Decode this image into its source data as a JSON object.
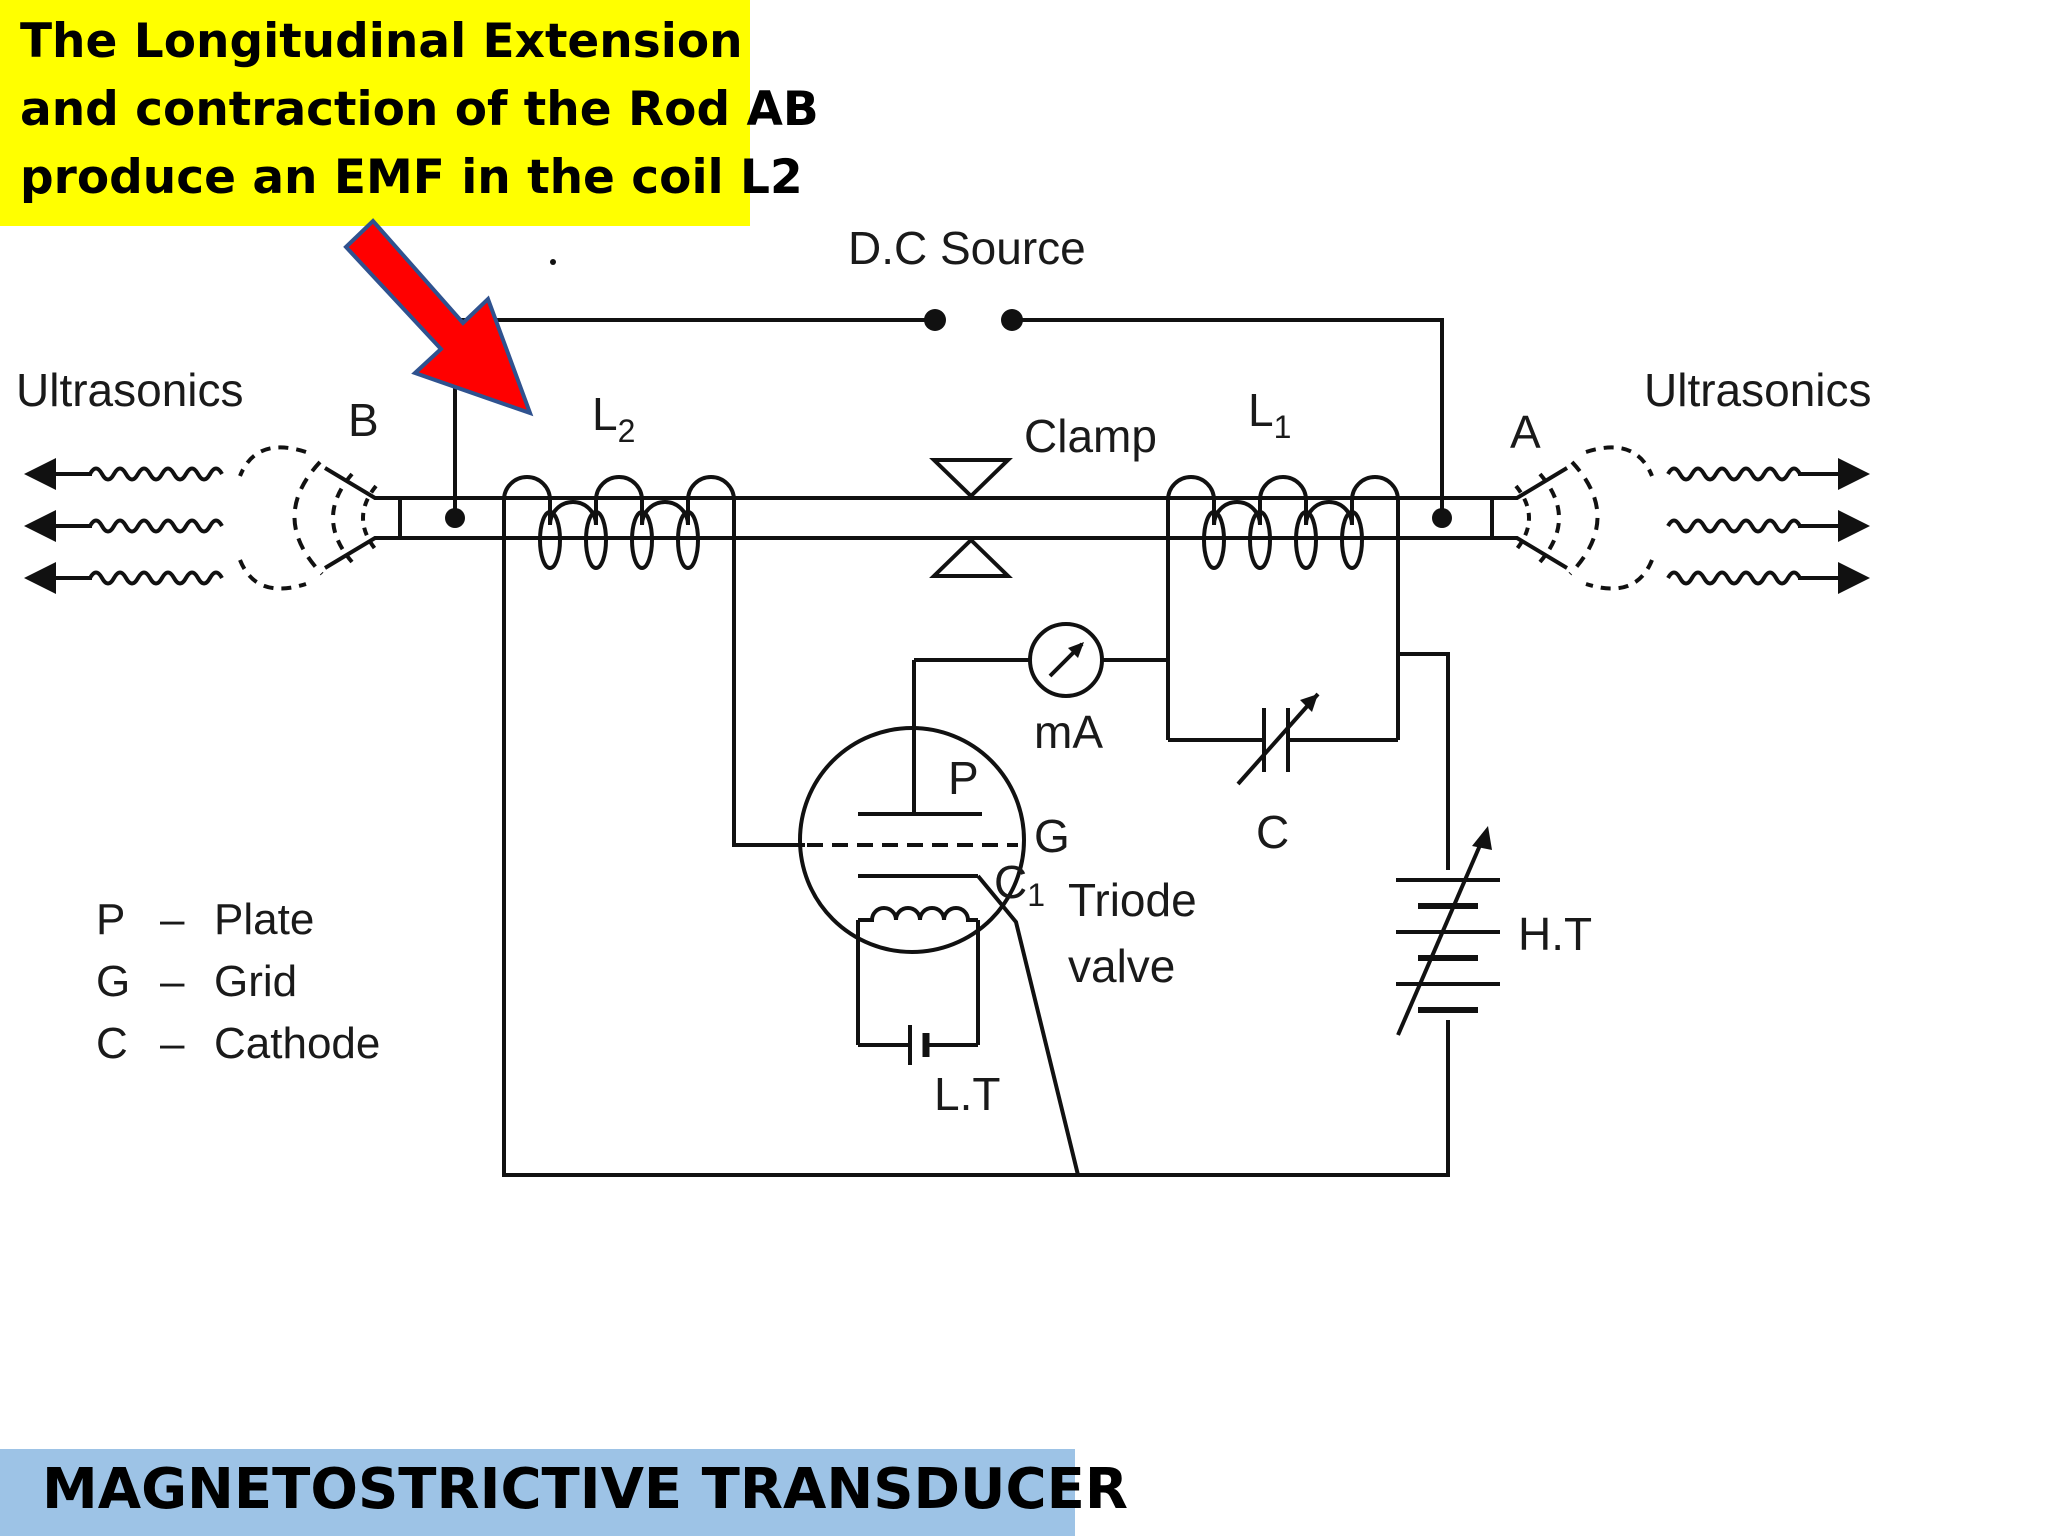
{
  "callout": {
    "lines": [
      "The Longitudinal Extension",
      "and contraction of the Rod AB",
      "produce an EMF in the coil L2"
    ],
    "background": "#ffff00"
  },
  "footer": {
    "title": "MAGNETOSTRICTIVE TRANSDUCER",
    "background": "#9dc3e6"
  },
  "arrow": {
    "color": "#ff0000",
    "outline": "#2f528f"
  },
  "diagram": {
    "dc_source": "D.C Source",
    "ultrasonics_left": "Ultrasonics",
    "ultrasonics_right": "Ultrasonics",
    "end_b": "B",
    "end_a": "A",
    "coil_l2": {
      "main": "L",
      "sub": "2"
    },
    "coil_l1": {
      "main": "L",
      "sub": "1"
    },
    "clamp": "Clamp",
    "meter": "mA",
    "plate_marker": "P",
    "grid_marker": "G",
    "cathode_marker": {
      "main": "C",
      "sub": "1"
    },
    "triode_line1": "Triode",
    "triode_line2": "valve",
    "capacitor": "C",
    "ht": "H.T",
    "lt": "L.T",
    "legend": [
      {
        "key": "P",
        "dash": "–",
        "value": "Plate"
      },
      {
        "key": "G",
        "dash": "–",
        "value": "Grid"
      },
      {
        "key": "C",
        "dash": "–",
        "value": "Cathode"
      }
    ]
  }
}
